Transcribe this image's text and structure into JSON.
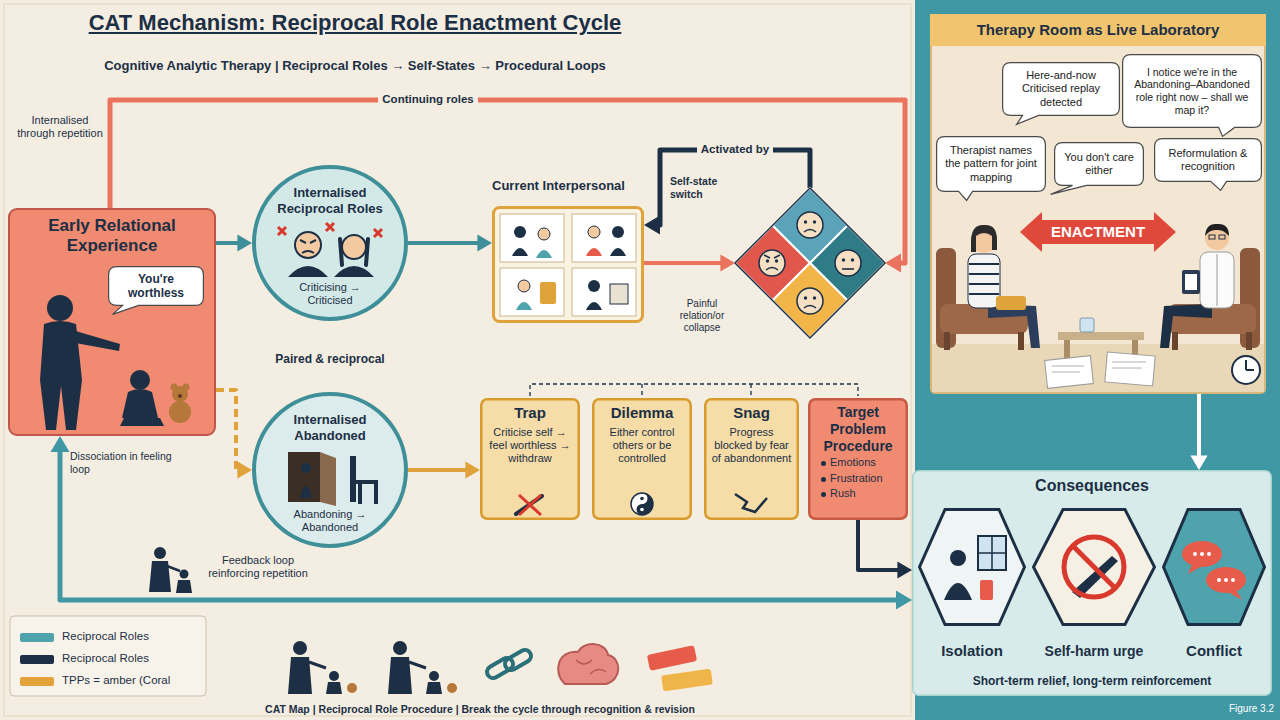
{
  "diagram": {
    "title": "CAT Mechanism: Reciprocal Role Enactment Cycle",
    "caption": "CAT Map | Reciprocal Role Procedure | Break the cycle through recognition & revision",
    "nodes": [
      {
        "text": [
          "Early Relational Experience"
        ]
      },
      {
        "text": [
          "You're worthless"
        ],
        "in": 0
      },
      {
        "text": [
          "Internalised Reciprocal Roles",
          "Criticising → Criticised"
        ]
      },
      {
        "text": [
          "Internalised Abandoned",
          "Abandoning → Abandoned"
        ]
      },
      {
        "text": [
          "Current Interpersonal"
        ]
      },
      {
        "text": [
          "Self-state switch"
        ]
      },
      {
        "text": [
          "Trap",
          "Criticise self → feel worthless → withdraw"
        ]
      },
      {
        "text": [
          "Dilemma",
          "Either control others or be controlled"
        ]
      },
      {
        "text": [
          "Snag",
          "Progress blocked by fear of abandonment"
        ]
      },
      {
        "text": [
          "Target Problem Procedure",
          "Emotions",
          "Frustration",
          "Rush"
        ]
      },
      {
        "text": [
          "Therapy Room as Live Laboratory"
        ]
      },
      {
        "text": [
          "Here-and-now Criticised replay detected"
        ],
        "in": 10
      },
      {
        "text": [
          "I notice we're in the Abandoning–Abandoned role right now – shall we map it?"
        ],
        "in": 10
      },
      {
        "text": [
          "Therapist names the pattern for joint mapping"
        ],
        "in": 10
      },
      {
        "text": [
          "You don't care either"
        ],
        "in": 10
      },
      {
        "text": [
          "Reformulation & recognition"
        ],
        "in": 10
      },
      {
        "text": [
          "ENACTMENT"
        ],
        "in": 10
      },
      {
        "text": [
          "Consequences",
          "Short-term relief, long-term reinforcement"
        ]
      },
      {
        "text": [
          "Isolation"
        ],
        "in": 17
      },
      {
        "text": [
          "Self-harm urge"
        ],
        "in": 17
      },
      {
        "text": [
          "Conflict"
        ],
        "in": 17
      }
    ],
    "edges": [
      {
        "from": 0,
        "to": 5,
        "label": "Continuing roles",
        "arrow": "to"
      },
      {
        "from": 0,
        "to": 2,
        "arrow": "to"
      },
      {
        "from": 0,
        "to": 3,
        "arrow": "to"
      },
      {
        "from": 2,
        "to": 4,
        "arrow": "to"
      },
      {
        "from": 5,
        "to": 4,
        "label": "Activated by",
        "arrow": "to"
      },
      {
        "from": 4,
        "to": 5,
        "arrow": "to"
      },
      {
        "from": 3,
        "to": 6,
        "arrow": "to"
      },
      {
        "from": 9,
        "to": 17,
        "arrow": "to"
      },
      {
        "from": 0,
        "to": 17,
        "arrow": "both"
      },
      {
        "from": 10,
        "to": 17,
        "arrow": "to"
      }
    ],
    "labels": [
      "Cognitive Analytic Therapy | Reciprocal Roles → Self-States → Procedural Loops",
      "Internalised through repetition",
      "Paired & reciprocal",
      "Painful relation/or collapse",
      "Dissociation in feeling loop",
      "Feedback loop reinforcing repetition",
      "Figure 3.2"
    ],
    "legend": [
      {
        "text": "Reciprocal Roles",
        "color": "#4fa3ad"
      },
      {
        "text": "Reciprocal Roles",
        "color": "#1c2f45"
      },
      {
        "text": "TPPs = amber (Coral",
        "color": "#e3a33a"
      }
    ]
  }
}
